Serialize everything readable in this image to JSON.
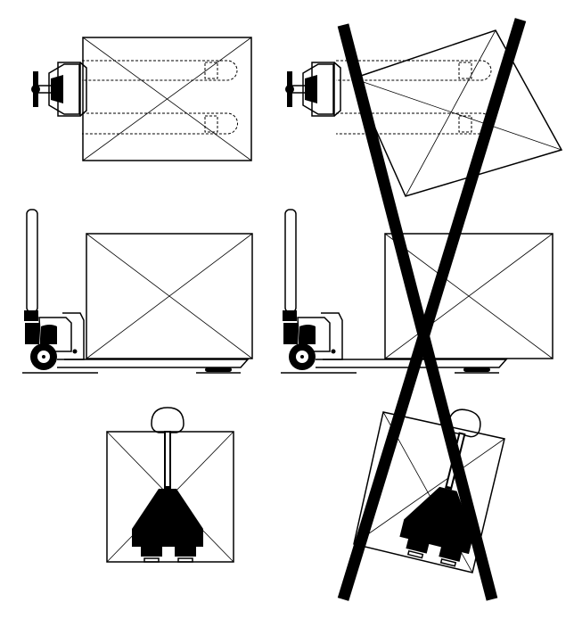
{
  "colors": {
    "ink": "#000000",
    "background": "#ffffff"
  },
  "panels": [
    {
      "view": "top",
      "status": "correct"
    },
    {
      "view": "top",
      "status": "incorrect"
    },
    {
      "view": "side",
      "status": "correct"
    },
    {
      "view": "side",
      "status": "incorrect"
    },
    {
      "view": "front",
      "status": "correct"
    },
    {
      "view": "front",
      "status": "incorrect"
    }
  ]
}
